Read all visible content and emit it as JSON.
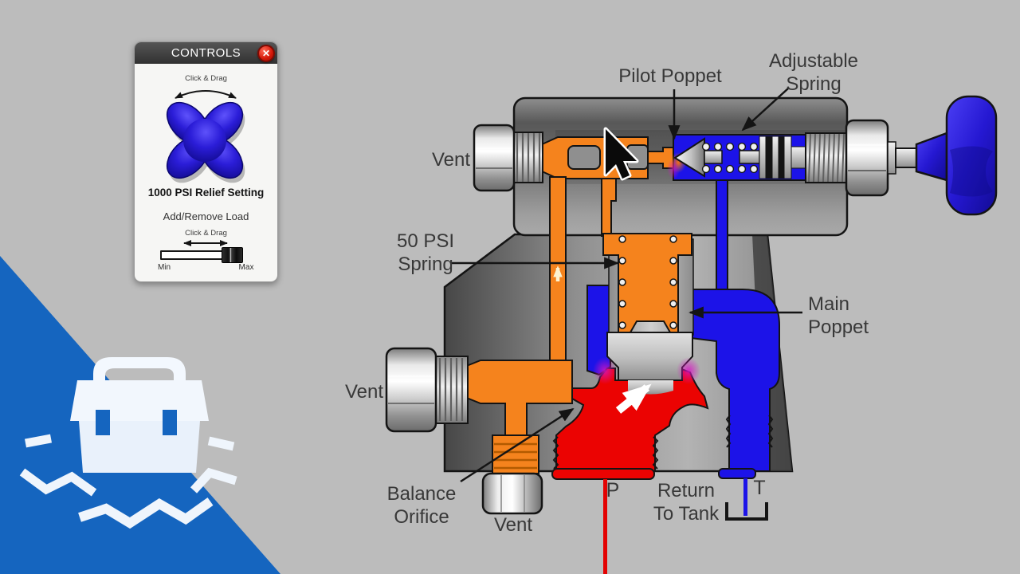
{
  "controls_panel": {
    "title": "CONTROLS",
    "close_icon": "✕",
    "knob_hint": "Click & Drag",
    "relief_setting": "1000 PSI Relief Setting",
    "load_label": "Add/Remove Load",
    "load_hint": "Click & Drag",
    "slider_min": "Min",
    "slider_max": "Max",
    "slider_value_percent": 82
  },
  "diagram": {
    "labels": {
      "pilot_poppet": "Pilot Poppet",
      "adjustable_spring_line1": "Adjustable",
      "adjustable_spring_line2": "Spring",
      "vent_top": "Vent",
      "psi_spring_line1": "50 PSI",
      "psi_spring_line2": "Spring",
      "main_poppet_line1": "Main",
      "main_poppet_line2": "Poppet",
      "vent_mid": "Vent",
      "balance_orifice_line1": "Balance",
      "balance_orifice_line2": "Orifice",
      "vent_bottom": "Vent",
      "port_p": "P",
      "return_line1": "Return",
      "return_line2": "To Tank",
      "port_t": "T"
    },
    "colors": {
      "pilot_pressure_oil": "#f5831d",
      "system_pressure_oil": "#eb0302",
      "tank_oil": "#1c13e8",
      "handle_blue": "#2518d2",
      "logo_blue": "#1565bf"
    }
  }
}
